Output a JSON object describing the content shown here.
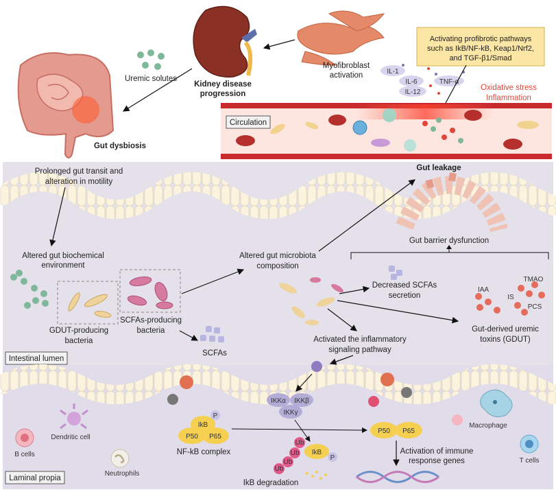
{
  "top": {
    "uremic_solutes": "Uremic solutes",
    "kidney_line1": "Kidney disease",
    "kidney_line2": "progression",
    "gut_dysbiosis": "Gut dysbiosis",
    "myofibroblast_line1": "Myofibroblast",
    "myofibroblast_line2": "activation",
    "pathway_box": [
      "Activating profibrotic pathways",
      "such as IkB/NF-kB, Keap1/Nrf2,",
      "and TGF-β1/Smad"
    ],
    "cytokines": [
      "IL-1",
      "IL-6",
      "IL-12",
      "TNF-α"
    ],
    "oxidative_stress": "Oxidative stress",
    "inflammation": "Inflammation",
    "circulation": "Circulation"
  },
  "lumen": {
    "prolonged_line1": "Prolonged gut transit and",
    "prolonged_line2": "alteration in motility",
    "gut_leakage": "Gut leakage",
    "barrier_dysfunction": "Gut barrier dysfunction",
    "altered_env_line1": "Altered gut biochemical",
    "altered_env_line2": "environment",
    "altered_micro_line1": "Altered gut microbiota",
    "altered_micro_line2": "composition",
    "decreased_line1": "Decreased SCFAs",
    "decreased_line2": "secretion",
    "gdut_bact_line1": "GDUT-producing",
    "gdut_bact_line2": "bacteria",
    "scfa_bact_line1": "SCFAs-producing",
    "scfa_bact_line2": "bacteria",
    "scfas": "SCFAs",
    "inflam_line1": "Activated the inflammatory",
    "inflam_line2": "signaling pathway",
    "toxins": [
      "TMAO",
      "IAA",
      "IS",
      "PCS"
    ],
    "gdut_line1": "Gut-derived uremic",
    "gdut_line2": "toxins (GDUT)",
    "intestinal_lumen": "Intestinal lumen"
  },
  "propria": {
    "ikk": [
      "IKKα",
      "IKKβ",
      "IKKγ"
    ],
    "ikb": "IkB",
    "p": "P",
    "p50": "P50",
    "p65": "P65",
    "nfkb_complex": "NF-kB complex",
    "ub": "Ub",
    "ikb_degradation": "IkB degradation",
    "activation_line1": "Activation of immune",
    "activation_line2": "response genes",
    "dendritic": "Dendritic cell",
    "b_cells": "B cells",
    "neutrophils": "Neutrophils",
    "macrophage": "Macrophage",
    "t_cells": "T cells",
    "laminal_propia": "Laminal propia"
  },
  "colors": {
    "lumen_bg": "#e4e1ea",
    "propria_bg": "#e1dcea",
    "vessel": "#c82a2e",
    "accent_red": "#e0463a",
    "pathway_box": "#fbe6a6",
    "protein_yellow": "#f5cf4f",
    "ikk_purple": "#b3acd6"
  }
}
